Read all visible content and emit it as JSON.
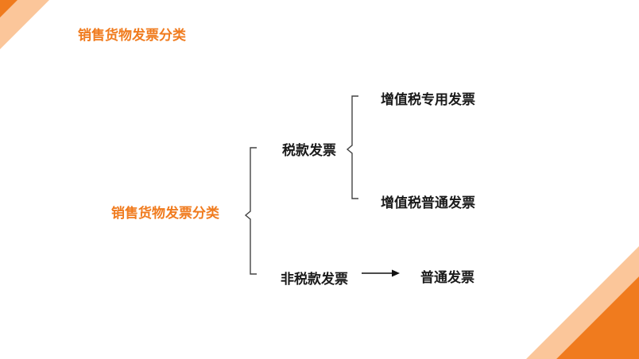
{
  "slide": {
    "title": "销售货物发票分类"
  },
  "diagram": {
    "root": "销售货物发票分类",
    "branches": [
      {
        "label": "税款发票",
        "children": [
          "增值税专用发票",
          "增值税普通发票"
        ]
      },
      {
        "label": "非税款发票",
        "arrow_to": "普通发票"
      }
    ]
  },
  "colors": {
    "accent": "#f07b1e",
    "accent_light": "#fbc69a",
    "text": "#1a1a1a",
    "line": "#444444"
  }
}
